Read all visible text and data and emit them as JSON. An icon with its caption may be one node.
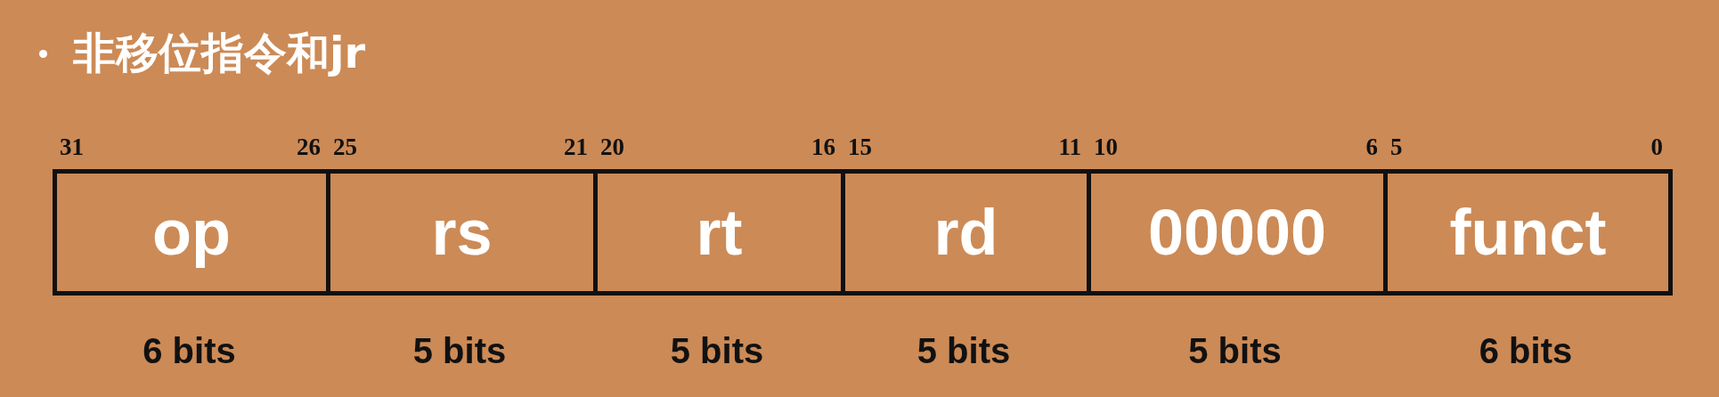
{
  "diagram": {
    "title": "非移位指令和jr",
    "nodes": [
      {
        "text": [
          "op"
        ],
        "beside": [
          "31",
          "26",
          "6 bits"
        ]
      },
      {
        "text": [
          "rs"
        ],
        "beside": [
          "25",
          "21",
          "5 bits"
        ]
      },
      {
        "text": [
          "rt"
        ],
        "beside": [
          "20",
          "16",
          "5 bits"
        ]
      },
      {
        "text": [
          "rd"
        ],
        "beside": [
          "15",
          "11",
          "5 bits"
        ]
      },
      {
        "text": [
          "00000"
        ],
        "beside": [
          "10",
          "6",
          "5 bits"
        ]
      },
      {
        "text": [
          "funct"
        ],
        "beside": [
          "5",
          "0",
          "6 bits"
        ]
      }
    ]
  }
}
